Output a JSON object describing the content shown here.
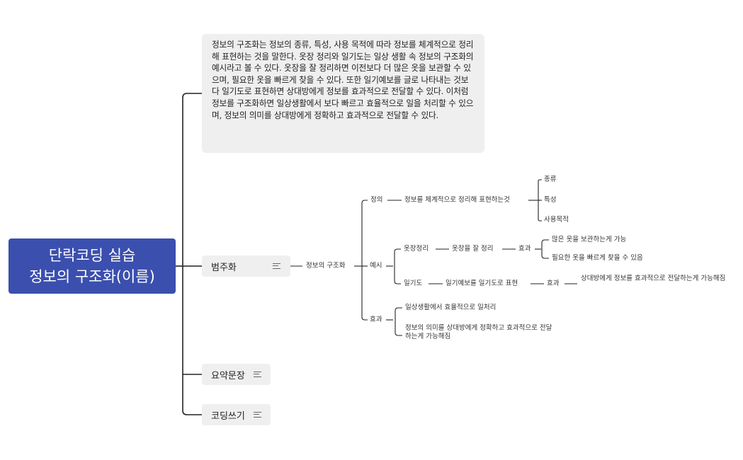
{
  "root": {
    "title_line1": "단락코딩 실습",
    "title_line2": "정보의 구조화(이름)"
  },
  "summary": {
    "text": "정보의 구조화는 정보의 종류, 특성, 사용 목적에 따라 정보를 체계적으로 정리해 표현하는 것을 말한다. 옷장 정리와 일기도는 일상 생활 속 정보의 구조화의 예시라고 볼 수 있다. 옷장을 잘 정리하면 이전보다 더 많은 옷을 보관할 수 있으며, 필요한 옷을 빠르게 찾을 수 있다. 또한 일기예보를 글로 나타내는 것보다 일기도로 표현하면 상대방에게 정보를 효과적으로 전달할 수 있다. 이처럼 정보를 구조화하면 일상생활에서 보다 빠르고 효율적으로 일을 처리할 수 있으며, 정보의 의미를 상대방에게 정확하고 효과적으로 전달할 수 있다."
  },
  "topics": {
    "category": "범주화",
    "summary_sentence": "요약문장",
    "coding": "코딩쓰기"
  },
  "tree": {
    "center": "정보의 구조화",
    "definition": {
      "label": "정의",
      "text": "정보를 체계적으로 정리해 표현하는것",
      "criteria": [
        "종류",
        "특성",
        "사용목적"
      ]
    },
    "example": {
      "label": "예시",
      "closet": {
        "label": "옷장정리",
        "detail": "옷장을 잘 정리",
        "effect_label": "효과",
        "effects": [
          "많은 옷을 보관하는게 가능",
          "필요한 옷을 빠르게 찾을 수 있음"
        ]
      },
      "weather": {
        "label": "일기도",
        "detail": "일기예보를 일기도로 표현",
        "effect_label": "효과",
        "effect": "상대방에게 정보를 효과적으로 전달하는게 가능해짐"
      }
    },
    "effect": {
      "label": "효과",
      "items": [
        "일상생활에서 효율적으로 일처리",
        "정보의 의미를 상대방에게 정확하고 효과적으로 전달하는게 가능해짐"
      ]
    }
  }
}
